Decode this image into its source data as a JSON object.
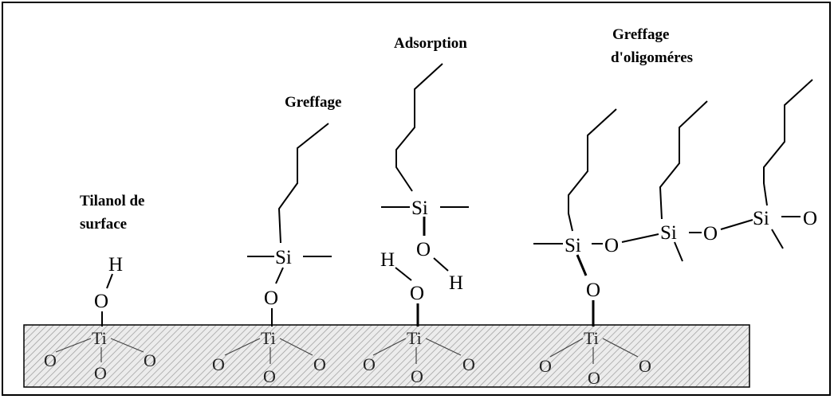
{
  "labels": {
    "tilanol": [
      "Tilanol de",
      "surface"
    ],
    "greffage": "Greffage",
    "adsorption": "Adsorption",
    "oligomeres": [
      "Greffage",
      "d'oligoméres"
    ]
  },
  "atoms": {
    "hydrogen": "H",
    "oxygen": "O",
    "silicon": "Si",
    "titanium": "Ti"
  },
  "colors": {
    "surface_fill": "#e8e8e8",
    "hatch": "#9a9a9a",
    "line": "#000000"
  }
}
